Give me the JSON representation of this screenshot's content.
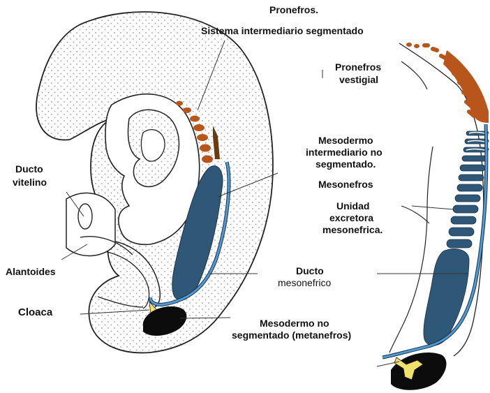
{
  "colors": {
    "pronephros": "#b8551a",
    "mesonephric_tissue": "#2f5878",
    "mesonephric_duct": "#4f9bd6",
    "metanephros": "#0c0c0c",
    "cloaca_urachus": "#f0e26a",
    "outline": "#222222",
    "stipple": "#9a9a9a"
  },
  "labels": {
    "pronefros": "Pronefros.",
    "sistema": "Sistema intermediario segmentado",
    "pronefros_vestigial_1": "Pronefros",
    "pronefros_vestigial_2": "vestigial",
    "mesodermo_int_1": "Mesodermo",
    "mesodermo_int_2": "intermediario no",
    "mesodermo_int_3": "segmentado.",
    "mesonefros": "Mesonefros",
    "unidad_1": "Unidad",
    "unidad_2": "excretora",
    "unidad_3": "mesonefrica.",
    "ducto_vitelino_1": "Ducto",
    "ducto_vitelino_2": "vitelino",
    "alantoides": "Alantoides",
    "cloaca": "Cloaca",
    "ducto_meso_1": "Ducto",
    "ducto_meso_2": "mesonefrico",
    "mesodermo_no_seg_1": "Mesodermo no",
    "mesodermo_no_seg_2": "segmentado (metanefros)"
  }
}
